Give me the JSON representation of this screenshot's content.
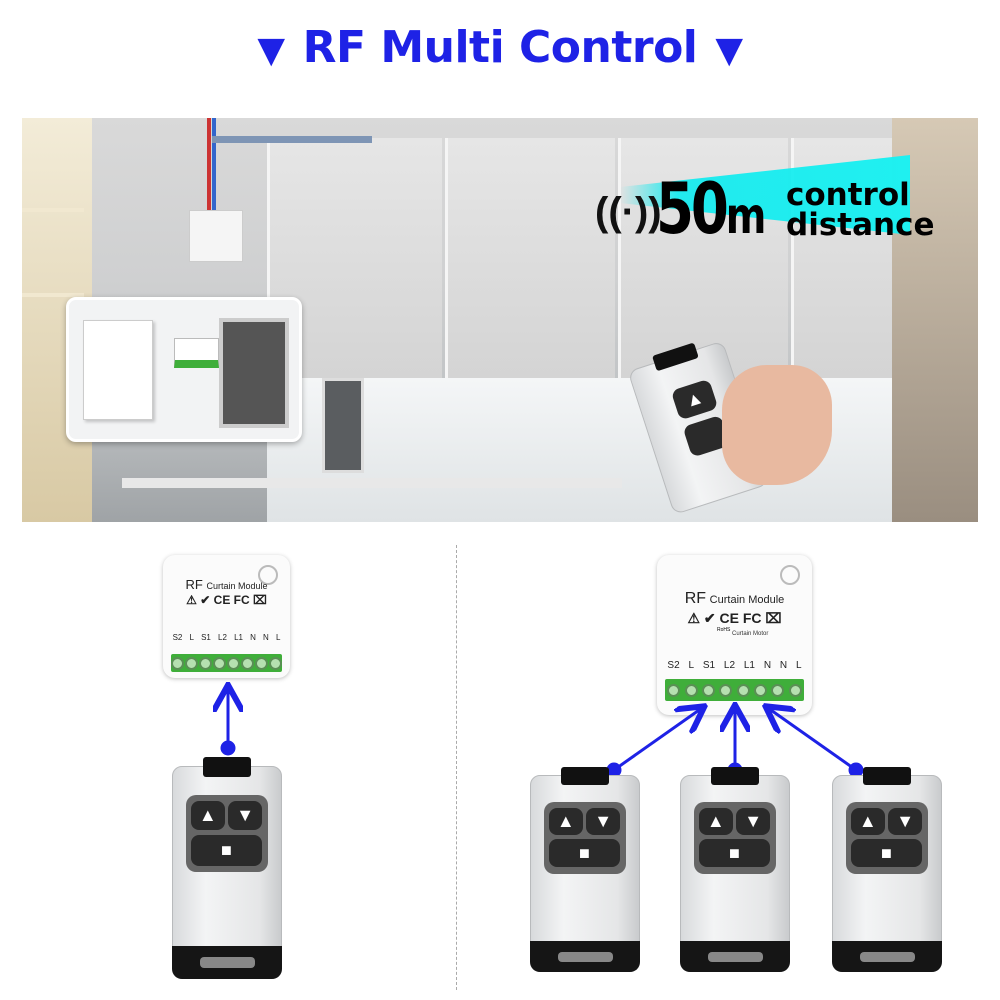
{
  "title": {
    "left_marker": "▼",
    "text": "RF Multi Control",
    "right_marker": "▼"
  },
  "banner": {
    "distance": "50",
    "unit": "m",
    "caption_line1": "control",
    "caption_line2": "distance"
  },
  "module": {
    "brand": "RF",
    "name": "Curtain Module",
    "certs": "⚠ ✔ CE FC ⌧",
    "rohs": "RoHS",
    "motor_label": "Curtain Motor",
    "terminals": [
      "S2",
      "L",
      "S1",
      "L2",
      "L1",
      "N",
      "N",
      "L"
    ]
  },
  "remote": {
    "up": "▲",
    "down": "▼",
    "stop": "■"
  },
  "colors": {
    "title": "#1e22e6",
    "arrow": "#1e22e6",
    "banner": "#1ff0f0",
    "terminal_block": "#3fae3a"
  }
}
